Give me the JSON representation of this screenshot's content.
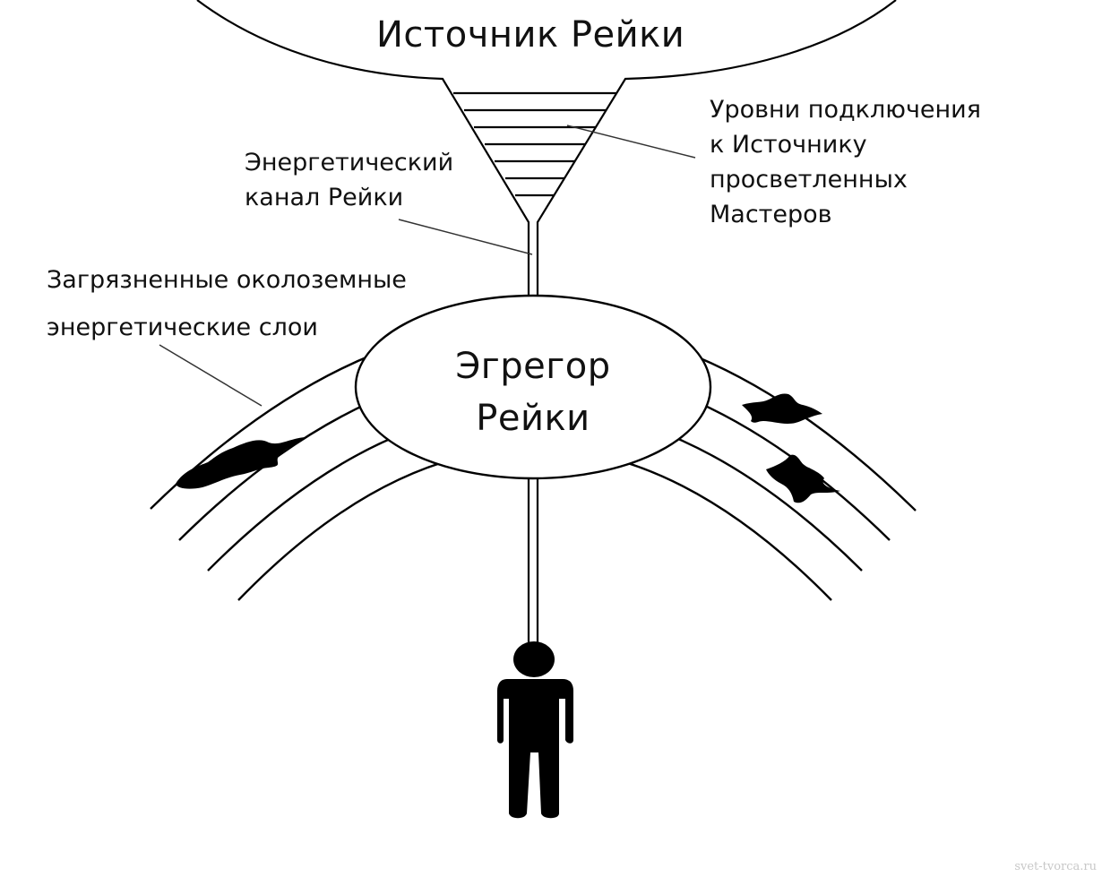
{
  "source": {
    "title": "Источник Рейки"
  },
  "egregor": {
    "line1": "Эгрегор",
    "line2": "Рейки"
  },
  "labels": {
    "levels": [
      "Уровни подключения",
      "к Источнику",
      "просветленных",
      "Мастеров"
    ],
    "channel": [
      "Энергетический",
      "канал Рейки"
    ],
    "layers": [
      "Загрязненные околоземные",
      "энергетические слои"
    ]
  },
  "watermark": "svet-tvorca.ru",
  "colors": {
    "ink": "#000000",
    "paper": "#ffffff"
  }
}
